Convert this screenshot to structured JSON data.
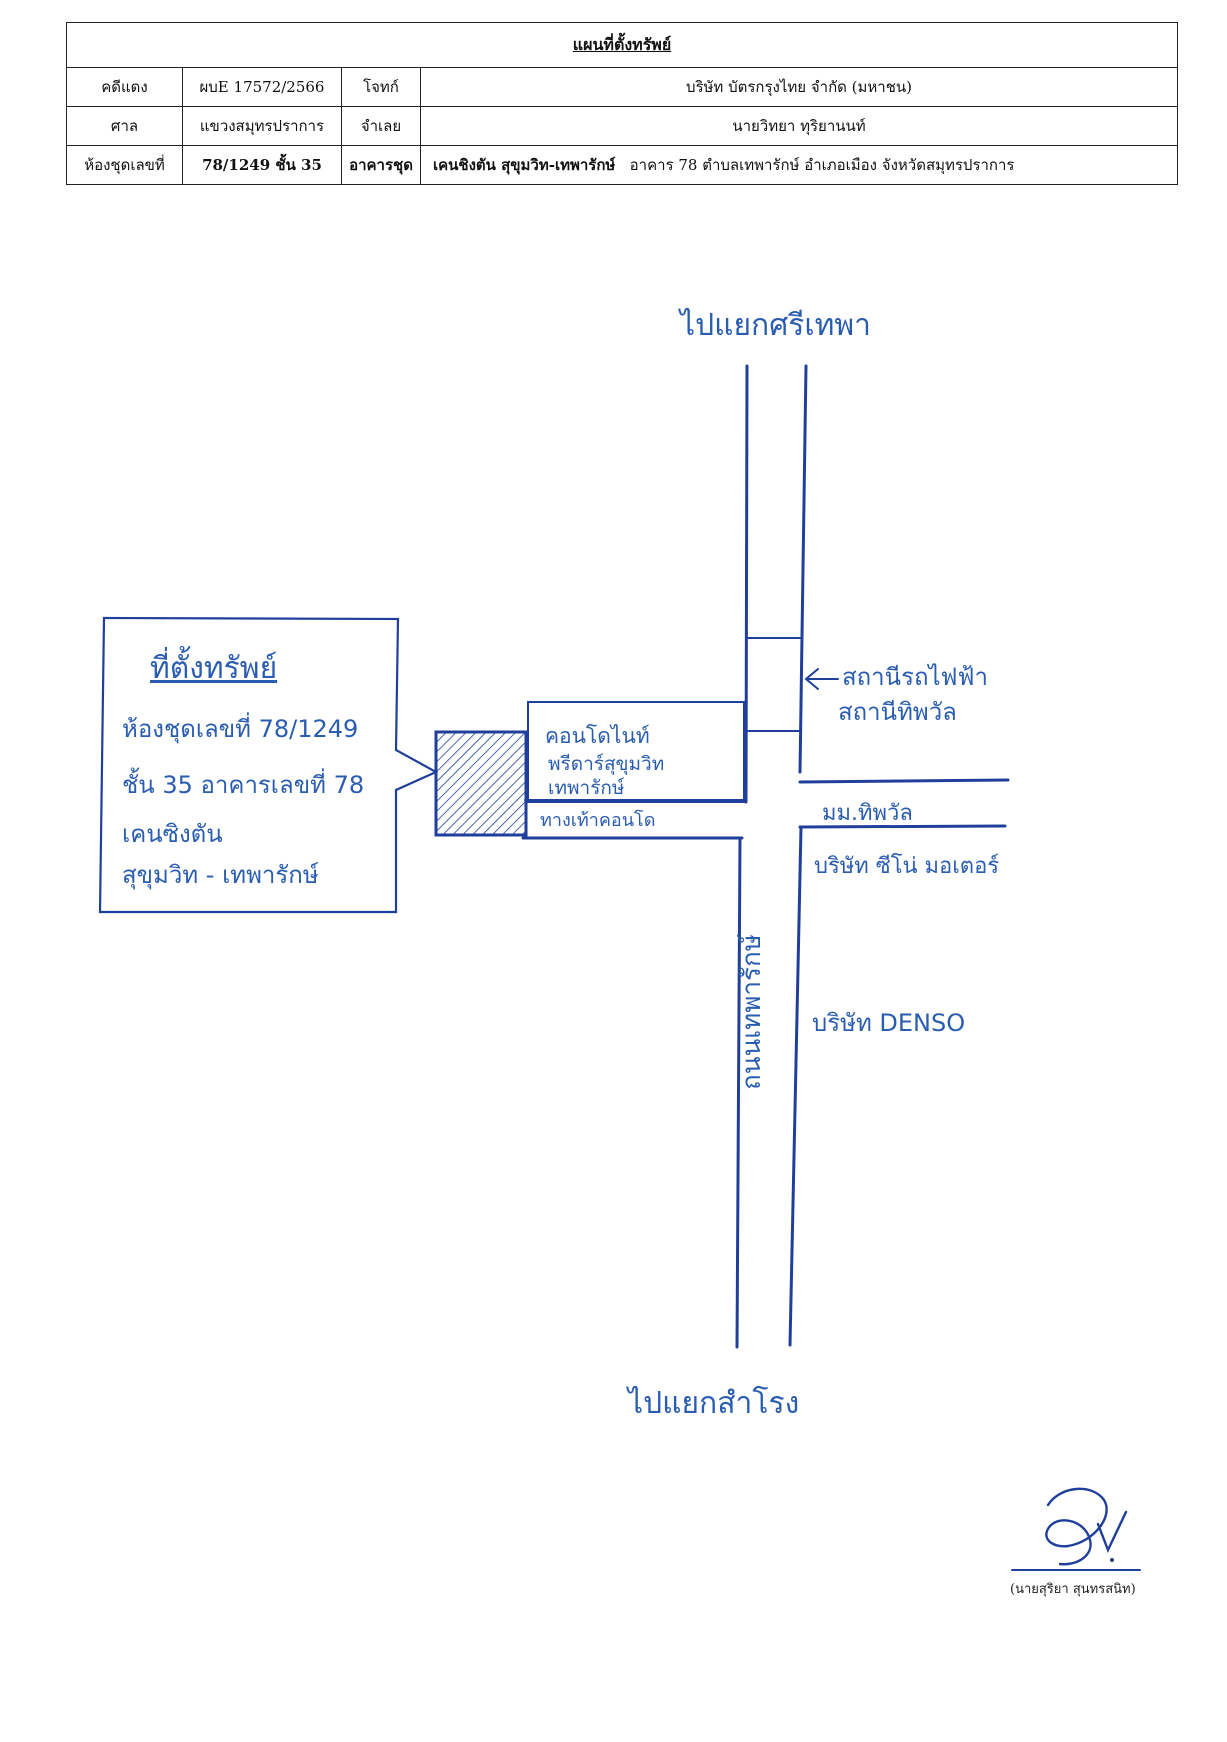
{
  "header": {
    "title": "แผนที่ตั้งทรัพย์",
    "rows": [
      {
        "label_a": "คดีแดง",
        "value_a": "ผบE 17572/2566",
        "label_b": "โจทก์",
        "value_b": "บริษัท บัตรกรุงไทย จำกัด (มหาชน)"
      },
      {
        "label_a": "ศาล",
        "value_a": "แขวงสมุทรปราการ",
        "label_b": "จำเลย",
        "value_b": "นายวิทยา ทุริยานนท์"
      },
      {
        "label_a": "ห้องชุดเลขที่",
        "value_a": "78/1249 ชั้น 35",
        "label_b": "อาคารชุด",
        "value_b_bold": "เคนชิงตัน สุขุมวิท-เทพารักษ์",
        "value_b": "อาคาร 78   ตำบลเทพารักษ์ อำเภอเมือง จังหวัดสมุทรปราการ"
      }
    ]
  },
  "map": {
    "top_label": "ไปแยกศรีเทพา",
    "bottom_label": "ไปแยกสำโรง",
    "road_label": "ถนนเทพารักษ์",
    "property_box": {
      "title": "ที่ตั้งทรัพย์",
      "lines": [
        "ห้องชุดเลขที่ 78/1249",
        "ชั้น 35  อาคารเลขที่ 78",
        "เคนซิงตัน",
        "สุขุมวิท - เทพารักษ์"
      ]
    },
    "condo_label": [
      "คอนโดไนท์",
      "พรีดาร์สุขุมวิท",
      "เทพารักษ์"
    ],
    "footpath_label": "ทางเท้าคอนโด",
    "station_label": [
      "สถานีรถไฟฟ้า",
      "สถานีทิพวัล"
    ],
    "village_label": "มม.ทิพวัล",
    "landmark_1": "บริษัท ซีโน่ มอเตอร์",
    "landmark_2": "บริษัท DENSO"
  },
  "signature": {
    "name": "(นายสุริยา สุนทรสนิท)"
  }
}
